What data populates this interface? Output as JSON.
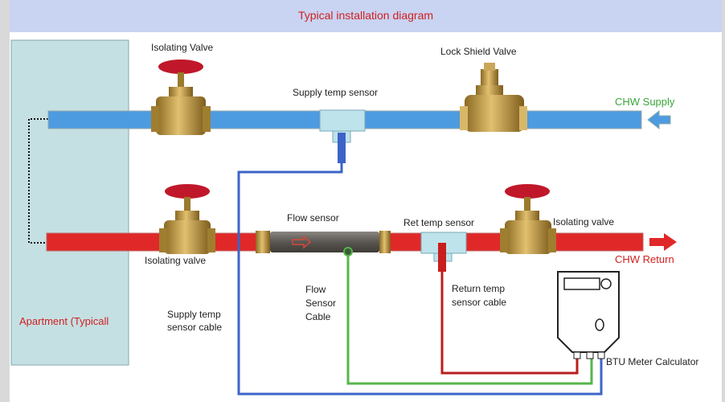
{
  "title": "Typical installation diagram",
  "labels": {
    "isolating_valve_top": "Isolating Valve",
    "lock_shield_valve": "Lock Shield Valve",
    "supply_temp_sensor": "Supply temp sensor",
    "chw_supply": "CHW Supply",
    "flow_sensor": "Flow sensor",
    "ret_temp_sensor": "Ret temp sensor",
    "isolating_valve_right": "Isolating valve",
    "isolating_valve_bottom": "Isolating valve",
    "chw_return": "CHW Return",
    "apartment": "Apartment (Typicall",
    "supply_temp_cable_line1": "Supply temp",
    "supply_temp_cable_line2": "sensor cable",
    "flow_cable_line1": "Flow",
    "flow_cable_line2": "Sensor",
    "flow_cable_line3": "Cable",
    "return_cable_line1": "Return temp",
    "return_cable_line2": "sensor cable",
    "btu_meter": "BTU Meter Calculator"
  },
  "colors": {
    "supply_pipe": "#4d9be0",
    "return_pipe": "#e02828",
    "apartment_box": "#c5e0e3",
    "supply_cable": "#3c64c8",
    "flow_cable": "#55b64a",
    "return_cable": "#b81e1e",
    "valve_brass": "#b8913a",
    "valve_handle": "#c0182a"
  }
}
